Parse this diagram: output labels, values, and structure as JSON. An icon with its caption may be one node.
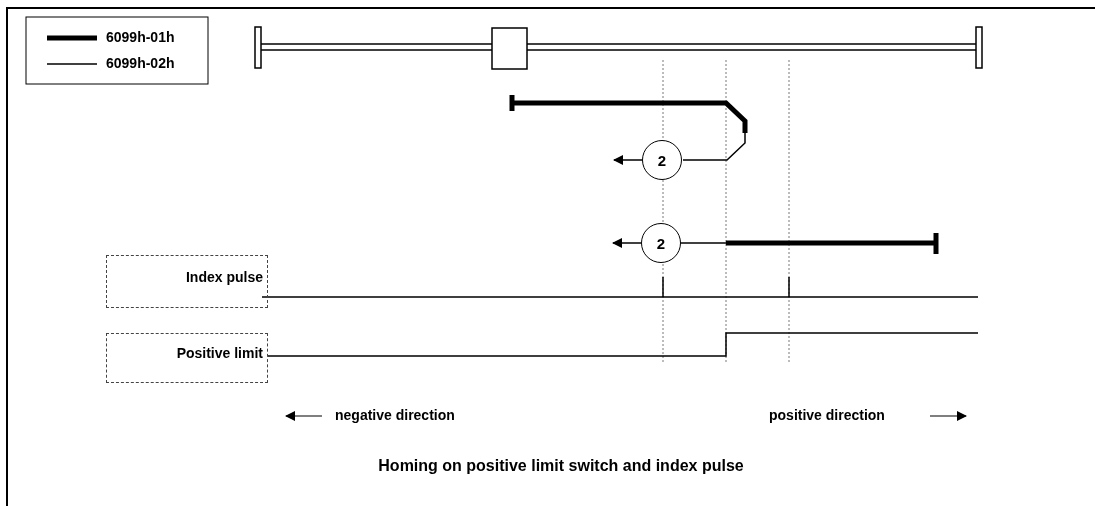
{
  "diagram": {
    "caption": "Homing on positive limit switch and index pulse",
    "nodes": [
      {
        "text": [
          "Index pulse"
        ]
      },
      {
        "text": [
          "Positive limit"
        ]
      },
      {
        "text": [
          "2"
        ]
      },
      {
        "text": [
          "2"
        ]
      }
    ],
    "edges": [
      {
        "from": 2,
        "to": null,
        "arrow": "to"
      },
      {
        "from": 3,
        "to": null,
        "arrow": "to"
      }
    ],
    "labels": [
      "negative direction",
      "positive direction"
    ],
    "legend": [
      {
        "text": "6099h-01h"
      },
      {
        "text": "6099h-02h"
      }
    ]
  }
}
